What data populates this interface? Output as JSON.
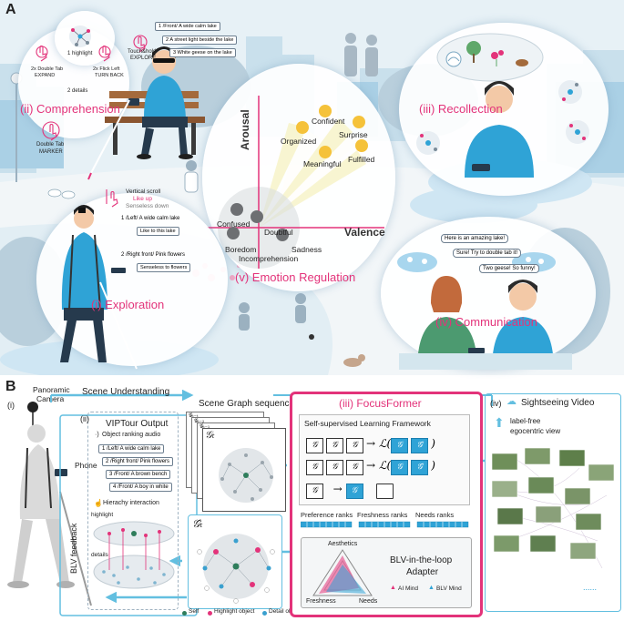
{
  "panel_a": {
    "label": "A",
    "comprehension": {
      "title": "(ii) Comprehension",
      "highlight": "1 highlight",
      "details": "2 details",
      "double_tab_expand": [
        "2x Double Tab",
        "EXPAND"
      ],
      "flick_left": [
        "2x Flick Left",
        "TURN BACK"
      ],
      "double_tab_marker": [
        "Double Tab",
        "MARKER"
      ],
      "touch_hold": [
        "Touch&hold",
        "EXPLORE"
      ],
      "chips": [
        "1  /Front/   A wide calm lake",
        "2  A street light beside the lake",
        "3  White geese on the lake"
      ]
    },
    "recollection": {
      "title": "(iii) Recollection"
    },
    "emotion": {
      "title": "(v) Emotion Regulation",
      "y_axis": "Arousal",
      "x_axis": "Valence",
      "words": [
        "Confident",
        "Organized",
        "Surprise",
        "Meaningful",
        "Fulfilled",
        "Confused",
        "Doubtful",
        "Boredom",
        "Sadness",
        "Incomprehension"
      ]
    },
    "exploration": {
      "title": "(i) Exploration",
      "vertical_scroll": "Vertical scroll",
      "like_up": "Like up",
      "senseless_down": "Senseless down",
      "item1": "1  /Left/   A wide calm lake",
      "item1_feedback": "Like to this lake",
      "item2": "2  /Right front/  Pink flowers",
      "item2_feedback": "Senseless to flowers"
    },
    "communication": {
      "title": "(iv) Communication",
      "speech": [
        "Here is an amazing lake!",
        "Sure! Try to double tab it!",
        "Two geese! So funny!"
      ]
    }
  },
  "panel_b": {
    "label": "B",
    "section_i": "(i)",
    "panoramic_camera": [
      "Panoramic",
      "Camera"
    ],
    "scene_understanding": "Scene Understanding",
    "phone": "Phone",
    "blv_feedback": "BLV feedback",
    "viptour": {
      "label": "(ii)",
      "title": "VIPTour Output",
      "audio_label": "Object ranking audio",
      "items": [
        "1  /Left/  A wide calm lake",
        "2  /Right front/  Pink flowers",
        "3  /Front/  A brown bench",
        "4  /Front/  A boy in white"
      ],
      "hierarchy": "Hierachy interaction",
      "highlight": "highlight",
      "details": "details"
    },
    "scene_graph": {
      "title": "Scene Graph sequence",
      "stack_labels": [
        "𝒢ₜ",
        "𝒢ₜ₋₁",
        "𝒢ₜ₋₂",
        "𝒢ₜ₋ₜ"
      ],
      "pred_label": "𝒢̂ₜ"
    },
    "focusformer": {
      "title": "(iii) FocusFormer",
      "ssl_title": "Self-supervised Learning Framework",
      "ranks": [
        "Preference ranks",
        "Freshness ranks",
        "Needs ranks"
      ],
      "adapter_title": [
        "BLV-in-the-loop",
        "Adapter"
      ],
      "radar_axes": [
        "Aesthetics",
        "Freshness",
        "Needs"
      ],
      "legend_ai": "AI Mind",
      "legend_blv": "BLV Mind"
    },
    "sightseeing": {
      "label": "(iv)",
      "title": "Sightseeing Video",
      "label_free": [
        "label-free",
        "egocentric view"
      ],
      "ellipsis": "......"
    },
    "legend": {
      "self": "Self",
      "highlight_object": "Highlight object",
      "detail_object": "Detail object"
    }
  },
  "colors": {
    "pink": "#e3337a",
    "blue": "#2fa3d6",
    "frame": "#63bfe0",
    "sky": "#dcecf4"
  }
}
